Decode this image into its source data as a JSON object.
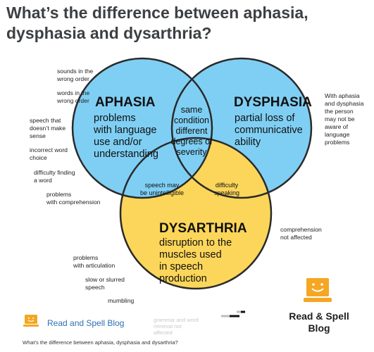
{
  "title": "What’s the difference between aphasia, dysphasia and dysarthria?",
  "colors": {
    "blue": "#7fcff4",
    "yellow": "#fbd65a",
    "outline": "#2a2a2a",
    "brand_blue": "#2f6fb0",
    "logo_orange": "#f5a623"
  },
  "aphasia": {
    "heading": "APHASIA",
    "lines": [
      "problems",
      "with language",
      "use and/or",
      "understanding"
    ]
  },
  "dysphasia": {
    "heading": "DYSPHASIA",
    "lines": [
      "partial loss of",
      "communicative",
      "ability"
    ]
  },
  "dysarthria": {
    "heading": "DYSARTHRIA",
    "lines": [
      "disruption to the",
      "muscles used",
      "in speech",
      "production"
    ]
  },
  "center": {
    "lines": [
      "same",
      "condition",
      "different",
      "degrees of",
      "severity"
    ]
  },
  "overlap_aphasia_dysarthria": {
    "lines": [
      "speech may",
      "be unintelligible"
    ]
  },
  "overlap_dysphasia_dysarthria": {
    "lines": [
      "difficulty",
      "speaking"
    ]
  },
  "left_notes": [
    [
      "sounds in the",
      "wrong order"
    ],
    [
      "words in the",
      "wrong order"
    ],
    [
      "speech that",
      "doesn’t make",
      "sense"
    ],
    [
      "incorrect word",
      "choice"
    ],
    [
      "difficulty finding",
      "a word"
    ],
    [
      "problems",
      "with comprehension"
    ],
    [
      "problems",
      "with articulation"
    ],
    [
      "slow or slurred",
      "speech"
    ],
    [
      "mumbling"
    ]
  ],
  "right_notes": [
    [
      "With aphasia",
      "and dysphasia",
      "the person",
      "may not be",
      "aware of",
      "language",
      "problems"
    ],
    [
      "comprehension",
      "not affected"
    ]
  ],
  "faded_note": [
    "grammar and word",
    "retrieval not",
    "affected"
  ],
  "footer": {
    "brand_small": "Read and Spell Blog",
    "brand_big_line1": "Read & Spell",
    "brand_big_line2": "Blog",
    "caption": "What’s the difference between aphasia, dysphasia and dysarthria?"
  }
}
